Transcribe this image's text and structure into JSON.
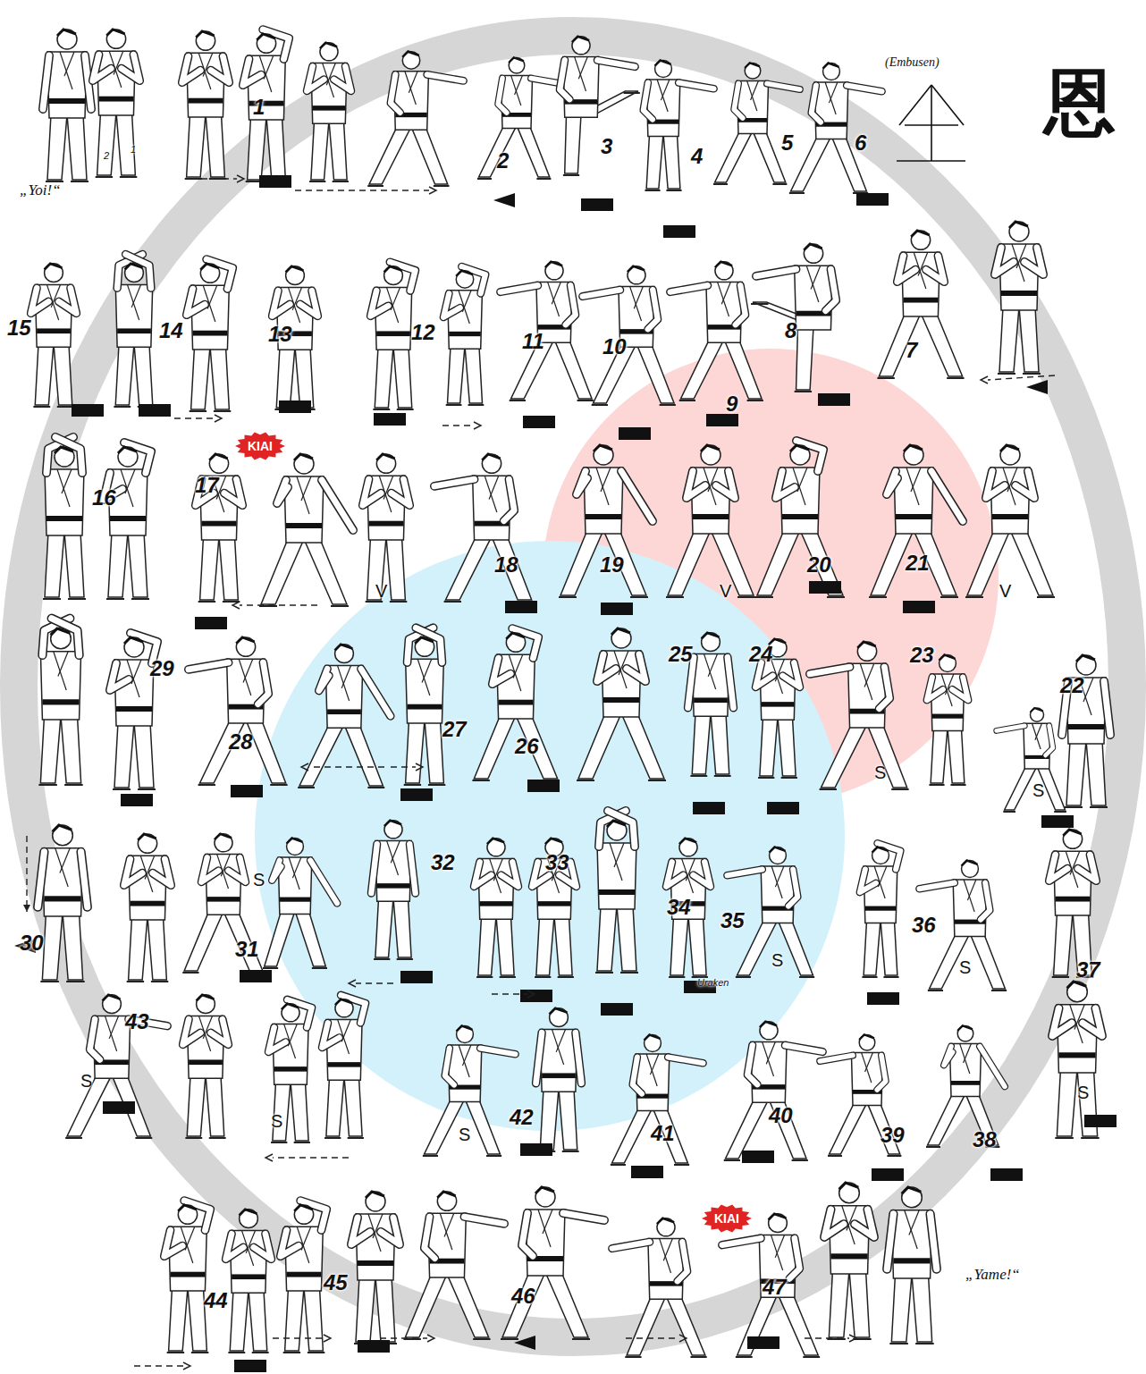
{
  "diagram": {
    "nodes": [
      {
        "text": [
          "KIAI"
        ]
      },
      {
        "text": [
          "KIAI"
        ]
      }
    ],
    "labels": [
      "„Yoi!“",
      "2",
      "1",
      "1",
      "2",
      "3",
      "4",
      "5",
      "6",
      "(Embusen)",
      "恩",
      "15",
      "14",
      "13",
      "12",
      "11",
      "10",
      "9",
      "8",
      "7",
      "16",
      "17",
      "V",
      "18",
      "19",
      "V",
      "20",
      "21",
      "V",
      "29",
      "28",
      "27",
      "26",
      "25",
      "24",
      "23",
      "22",
      "S",
      "S",
      "30",
      "S",
      "31",
      "32",
      "33",
      "34",
      "35",
      "S",
      "Uraken",
      "36",
      "S",
      "37",
      "43",
      "S",
      "S",
      "42",
      "S",
      "41",
      "40",
      "39",
      "38",
      "S",
      "44",
      "45",
      "46",
      "47",
      "„Yame!“"
    ]
  }
}
